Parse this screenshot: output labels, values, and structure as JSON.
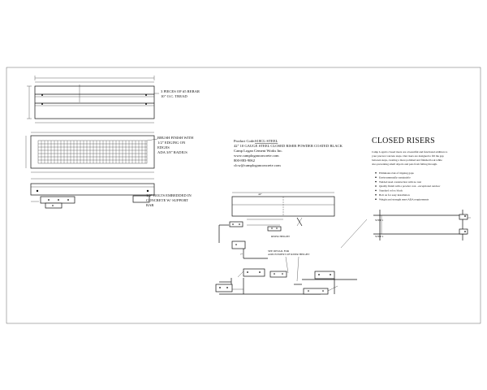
{
  "left_notes": {
    "rebar": [
      "3 PIECES OF #5 REBAR",
      "10\" O.C. TREAD"
    ],
    "finish": [
      "BRUSH FINISH WITH",
      "1/2\" EDGING ON",
      "EDGES",
      "ADA 3/8\" RADIUS"
    ],
    "bolts": [
      "1/2\" BOLTS EMBEDDED IN",
      "CONCRETE W/ SUPPORT",
      "BAR"
    ]
  },
  "product": {
    "code_label": "Product Code:",
    "code_value": "S18CL-STEEL",
    "desc": "42\" 10 GAUGE STEEL CLOSED RISER POWDER COATED BLACK",
    "company": "Camp Logan Cement Works Inc.",
    "website": "www.camploganconcrete.com",
    "phone": "800-883-9062",
    "email": "clcw@camploganconcrete.com"
  },
  "closed_risers": {
    "title": "CLOSED RISERS",
    "intro": [
      "Camp Logan's closed risers are a beautiful and functional addition to",
      "your precast concrete steps. Our risers are designed to fill the gap",
      "between steps, creating a more polished and finished look while",
      "also preventing small objects and pets from falling through."
    ],
    "bullets": [
      "Eliminates risk of tripping gaps",
      "Environmentally sustainable",
      "Welded steel construction with no rust",
      "Quality finish with a powder coat - exceptional outdoor",
      "Standard color: black",
      "Bolt on for easy installation",
      "Weight and strength meet ADA requirements"
    ]
  },
  "section_note": [
    "SEE DETAIL FOR",
    "ADJUSTMENT OF RISER HEIGHT"
  ],
  "small_labels": {
    "step1": "STEP 1",
    "step2": "STEP 2",
    "riser_height": "RISER HEIGHT",
    "dim1": "42\"",
    "dim2": "11\"",
    "dim3": "7\""
  }
}
